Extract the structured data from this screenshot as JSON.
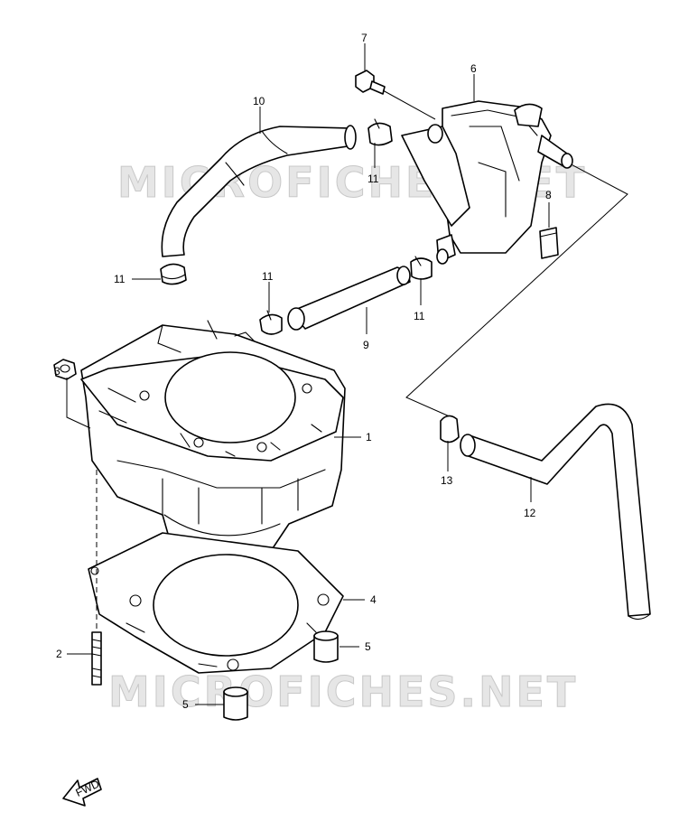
{
  "watermark": {
    "text": "MICROFICHES.NET"
  },
  "callouts": {
    "c1": "1",
    "c2": "2",
    "c3": "3",
    "c4": "4",
    "c5a": "5",
    "c5b": "5",
    "c6": "6",
    "c7": "7",
    "c8": "8",
    "c9": "9",
    "c10": "10",
    "c11a": "11",
    "c11b": "11",
    "c11c": "11",
    "c11d": "11",
    "c12": "12",
    "c13": "13"
  },
  "fwd_label": "FWD",
  "colors": {
    "line": "#000000",
    "watermark": "#d0d0d0"
  }
}
